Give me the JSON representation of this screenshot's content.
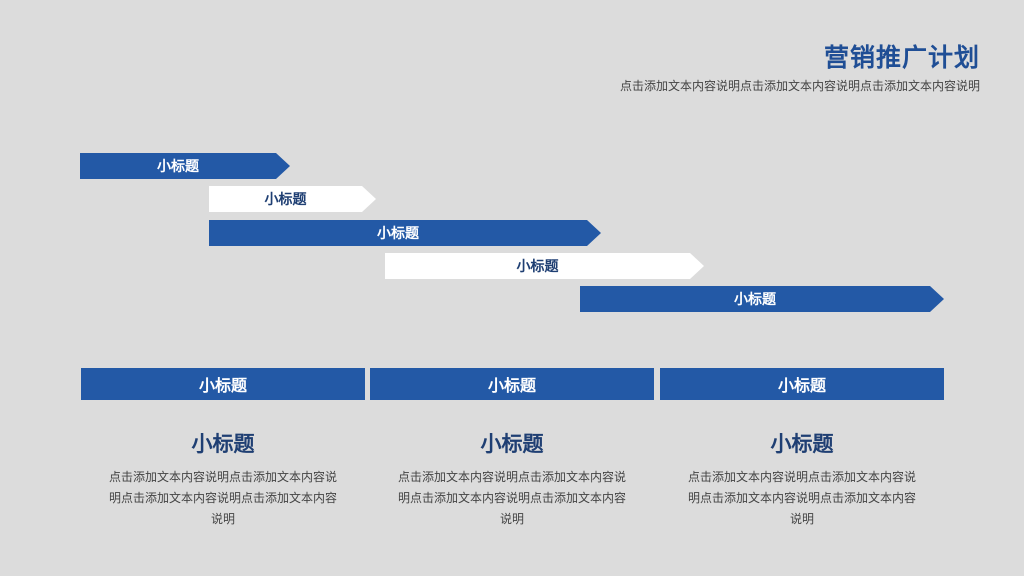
{
  "header": {
    "title": "营销推广计划",
    "subtitle": "点击添加文本内容说明点击添加文本内容说明点击添加文本内容说明"
  },
  "timeline": {
    "arrows": [
      {
        "label": "小标题",
        "style": "blue"
      },
      {
        "label": "小标题",
        "style": "white"
      },
      {
        "label": "小标题",
        "style": "blue"
      },
      {
        "label": "小标题",
        "style": "white"
      },
      {
        "label": "小标题",
        "style": "blue"
      }
    ]
  },
  "columns": [
    {
      "header": "小标题",
      "title": "小标题",
      "text": "点击添加文本内容说明点击添加文本内容说明点击添加文本内容说明点击添加文本内容说明"
    },
    {
      "header": "小标题",
      "title": "小标题",
      "text": "点击添加文本内容说明点击添加文本内容说明点击添加文本内容说明点击添加文本内容说明"
    },
    {
      "header": "小标题",
      "title": "小标题",
      "text": "点击添加文本内容说明点击添加文本内容说明点击添加文本内容说明点击添加文本内容说明"
    }
  ],
  "colors": {
    "accent": "#2359a6",
    "background": "#dcdcdc",
    "dark_text": "#1f3f73"
  }
}
